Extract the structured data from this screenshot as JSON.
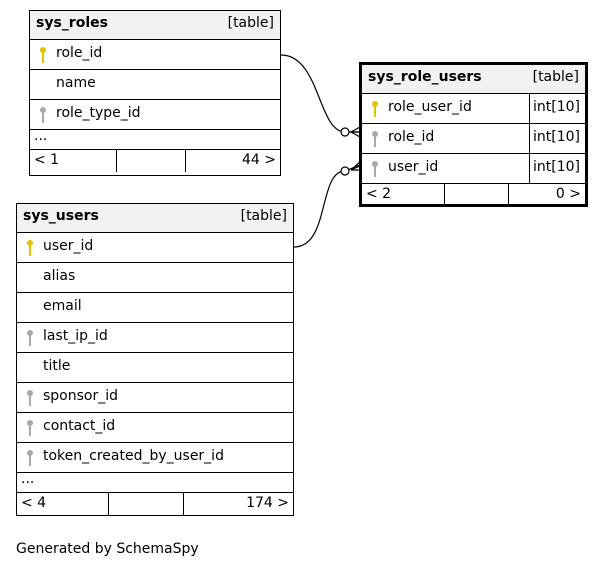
{
  "tables": {
    "sys_roles": {
      "name": "sys_roles",
      "kind": "[table]",
      "columns": [
        {
          "label": "role_id",
          "key": "primary"
        },
        {
          "label": "name",
          "key": "none"
        },
        {
          "label": "role_type_id",
          "key": "foreign"
        }
      ],
      "ellipsis": "...",
      "parents": "< 1",
      "children": "44 >"
    },
    "sys_users": {
      "name": "sys_users",
      "kind": "[table]",
      "columns": [
        {
          "label": "user_id",
          "key": "primary"
        },
        {
          "label": "alias",
          "key": "none"
        },
        {
          "label": "email",
          "key": "none"
        },
        {
          "label": "last_ip_id",
          "key": "foreign"
        },
        {
          "label": "title",
          "key": "none"
        },
        {
          "label": "sponsor_id",
          "key": "foreign"
        },
        {
          "label": "contact_id",
          "key": "foreign"
        },
        {
          "label": "token_created_by_user_id",
          "key": "foreign"
        }
      ],
      "ellipsis": "...",
      "parents": "< 4",
      "children": "174 >"
    },
    "sys_role_users": {
      "name": "sys_role_users",
      "kind": "[table]",
      "columns": [
        {
          "label": "role_user_id",
          "type": "int[10]",
          "key": "primary"
        },
        {
          "label": "role_id",
          "type": "int[10]",
          "key": "foreign"
        },
        {
          "label": "user_id",
          "type": "int[10]",
          "key": "foreign"
        }
      ],
      "parents": "< 2",
      "children": "0 >"
    }
  },
  "relationships": [
    {
      "from": "sys_roles.role_id",
      "to": "sys_role_users.role_id"
    },
    {
      "from": "sys_users.user_id",
      "to": "sys_role_users.user_id"
    }
  ],
  "colors": {
    "primary_key": "#e6c100",
    "foreign_key": "#a8a8a8",
    "header_bg": "#f2f2f2"
  },
  "footer": {
    "caption": "Generated by SchemaSpy"
  }
}
